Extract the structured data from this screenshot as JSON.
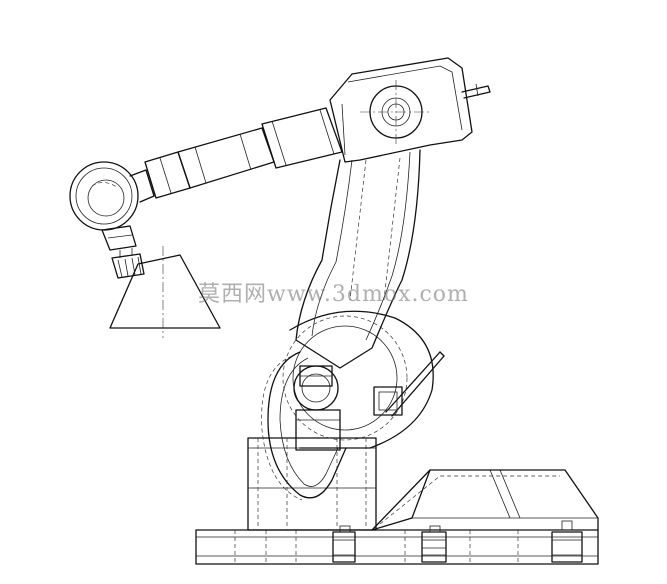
{
  "watermark": {
    "text": "莫西网www.3dmox.com"
  },
  "colors": {
    "line": "#111111",
    "background": "#ffffff",
    "watermark": "#8a8a8a"
  },
  "parts": [
    "base-plate",
    "pedestal",
    "base-housing",
    "shoulder-disc",
    "upper-arm",
    "elbow-housing",
    "forearm",
    "wrist-head",
    "end-effector",
    "workpiece-cone"
  ]
}
